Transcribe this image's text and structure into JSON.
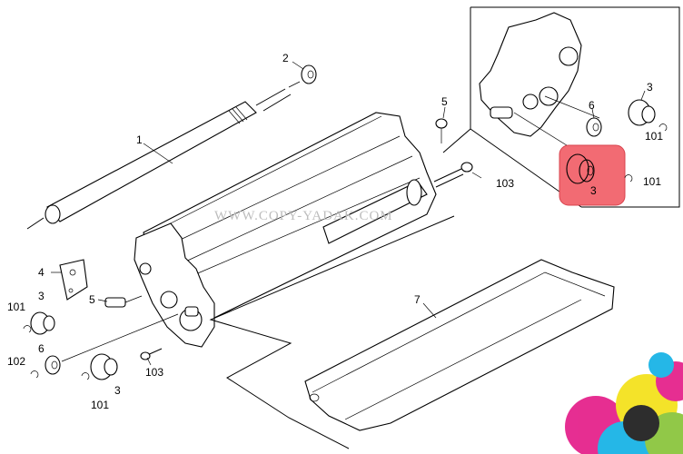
{
  "watermark": "WWW.COPY-YADAK.COM",
  "highlight_color": "#f26b73",
  "callouts": [
    {
      "id": "c1",
      "text": "1"
    },
    {
      "id": "c2",
      "text": "2"
    },
    {
      "id": "c3a",
      "text": "3"
    },
    {
      "id": "c3b",
      "text": "3"
    },
    {
      "id": "c3c",
      "text": "3"
    },
    {
      "id": "c3d",
      "text": "3"
    },
    {
      "id": "c4",
      "text": "4"
    },
    {
      "id": "c5a",
      "text": "5"
    },
    {
      "id": "c5b",
      "text": "5"
    },
    {
      "id": "c6a",
      "text": "6"
    },
    {
      "id": "c6b",
      "text": "6"
    },
    {
      "id": "c7",
      "text": "7"
    },
    {
      "id": "c101a",
      "text": "101"
    },
    {
      "id": "c101b",
      "text": "101"
    },
    {
      "id": "c101c",
      "text": "101"
    },
    {
      "id": "c101d",
      "text": "101"
    },
    {
      "id": "c102",
      "text": "102"
    },
    {
      "id": "c103a",
      "text": "103"
    },
    {
      "id": "c103b",
      "text": "103"
    }
  ]
}
